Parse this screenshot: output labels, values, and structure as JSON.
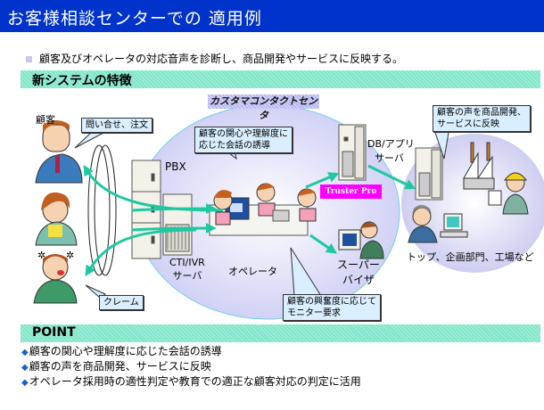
{
  "header": {
    "title": "お客様相談センターでの 適用例"
  },
  "lead": "顧客及びオペレータの対応音声を診断し、商品開発やサービスに反映する。",
  "section_new": {
    "label": "新システムの特徴"
  },
  "diagram": {
    "customers_label": "顧客",
    "callout_inquiry": "問い合せ、注文",
    "callout_complaint": "クレーム",
    "contact_center_label": "カスタマコンタクトセンタ",
    "callout_guidance": [
      "顧客の関心や理解度に",
      "応じた会話の誘導"
    ],
    "pbx_label": "PBX",
    "cti_label": [
      "CTI/IVR",
      "サーバ"
    ],
    "operator_label": "オペレータ",
    "db_label": [
      "DB/アプリ",
      "サーバ"
    ],
    "product_badge": "Truster Pro",
    "supervisor_label": [
      "スーパー",
      "バイザ"
    ],
    "callout_monitor": [
      "顧客の興奮度に応じて",
      "モニター要求"
    ],
    "callout_feedback": [
      "顧客の声を商品開発、",
      "サービスに反映"
    ],
    "departments_label": "トップ、企画部門、工場など"
  },
  "section_point": {
    "label": "POINT",
    "bullet": "◆",
    "items": [
      "顧客の関心や理解度に応じた会話の誘導",
      "顧客の声を商品開発、サービスに反映",
      "オペレータ採用時の適性判定や教育での適正な顧客対応の判定に活用"
    ]
  },
  "colors": {
    "title_bar": "#0033cc",
    "band": "#7fe6c8",
    "arrow": "#1ec8a0",
    "contact_center_fill": "#d8d8f8",
    "badge": "#ff00ff",
    "callout_fill": "#d9eeff"
  }
}
